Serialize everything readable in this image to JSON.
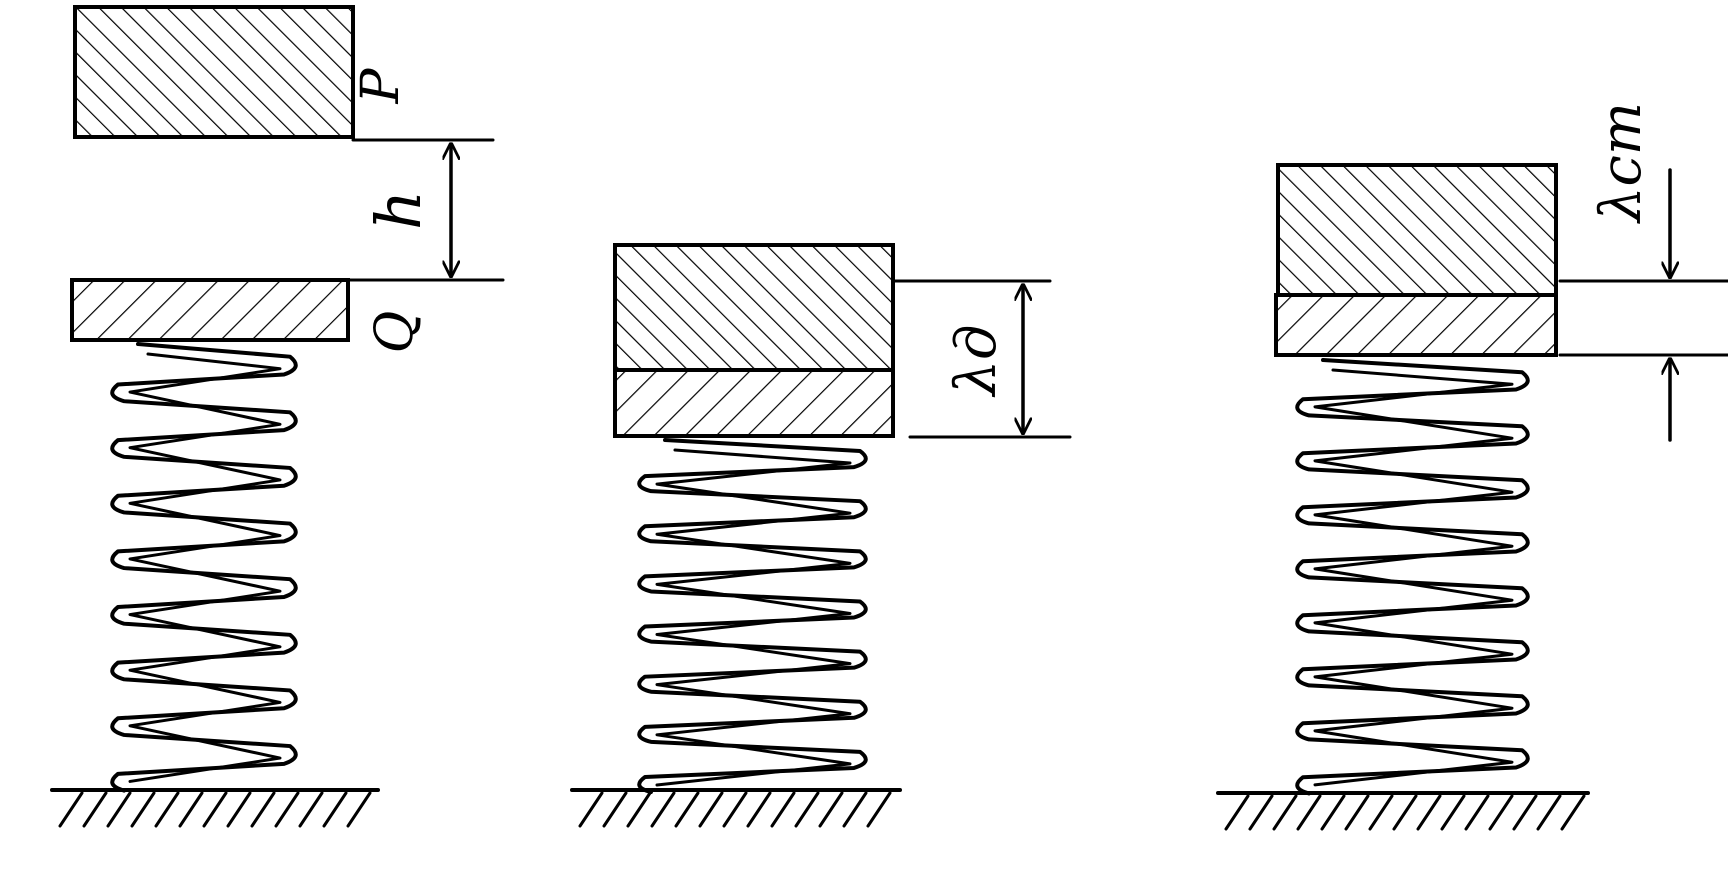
{
  "labels": {
    "load": "P",
    "plate": "Q",
    "drop_height": "h",
    "dynamic_deflection": "λд",
    "static_deflection": "λст"
  },
  "colors": {
    "ink": "#000000",
    "background": "#ffffff"
  }
}
